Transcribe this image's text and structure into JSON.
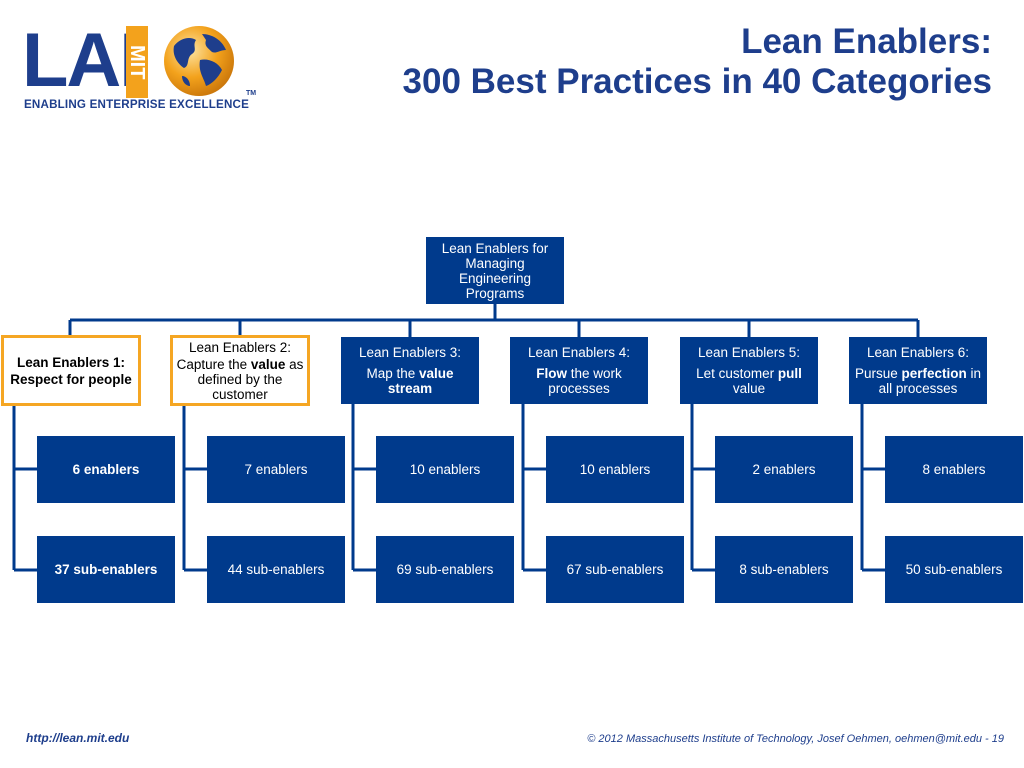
{
  "logo": {
    "lai": "LAI",
    "mit": "MIT",
    "tagline": "ENABLING ENTERPRISE EXCELLENCE",
    "tm": "TM"
  },
  "title": {
    "line1": "Lean Enablers:",
    "line2": "300 Best Practices in 40 Categories"
  },
  "root": {
    "label": "Lean Enablers for Managing Engineering Programs"
  },
  "categories": [
    {
      "heading": "Lean Enablers 1:",
      "pre": "Respect for people",
      "emph": "",
      "post": ""
    },
    {
      "heading": "Lean Enablers 2:",
      "pre": "Capture the ",
      "emph": "value",
      "post": " as defined by the customer"
    },
    {
      "heading": "Lean Enablers 3:",
      "pre": "Map the ",
      "emph": "value stream",
      "post": ""
    },
    {
      "heading": "Lean Enablers 4:",
      "pre": "",
      "emph": "Flow",
      "post": " the work processes"
    },
    {
      "heading": "Lean Enablers 5:",
      "pre": "Let customer ",
      "emph": "pull",
      "post": " value"
    },
    {
      "heading": "Lean Enablers 6:",
      "pre": "Pursue ",
      "emph": "perfection",
      "post": " in all processes"
    }
  ],
  "enablers": [
    "6 enablers",
    "7 enablers",
    "10 enablers",
    "10 enablers",
    "2 enablers",
    "8 enablers"
  ],
  "sub_enablers": [
    "37 sub-enablers",
    "44 sub-enablers",
    "69 sub-enablers",
    "67 sub-enablers",
    "8 sub-enablers",
    "50 sub-enablers"
  ],
  "footer": {
    "url": "http://lean.mit.edu",
    "copyright": "© 2012 Massachusetts Institute of Technology, Josef Oehmen, oehmen@mit.edu - 19"
  },
  "colors": {
    "navy": "#003a8c",
    "title_blue": "#1e3e8c",
    "highlight_orange": "#f5a623",
    "logo_orange": "#f3a21c"
  }
}
